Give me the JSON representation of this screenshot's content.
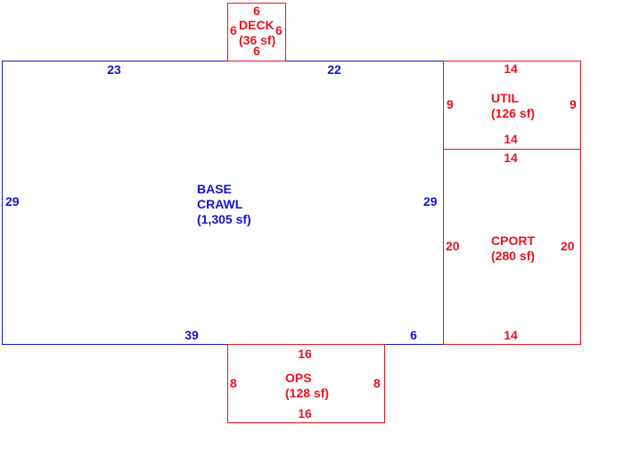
{
  "colors": {
    "base": "#1414c8",
    "addon": "#e8141c",
    "background": "#ffffff"
  },
  "rooms": {
    "base": {
      "name1": "BASE",
      "name2": "CRAWL",
      "area": "(1,305 sf)",
      "dims": {
        "top_left": "23",
        "top_right": "22",
        "left": "29",
        "right": "29",
        "bottom_left": "39",
        "bottom_right": "6"
      }
    },
    "deck": {
      "name": "DECK",
      "area": "(36 sf)",
      "dims": {
        "top": "6",
        "left": "6",
        "right": "6",
        "bottom": "6"
      }
    },
    "util": {
      "name": "UTIL",
      "area": "(126 sf)",
      "dims": {
        "top": "14",
        "left": "9",
        "right": "9",
        "bottom": "14"
      }
    },
    "cport": {
      "name": "CPORT",
      "area": "(280 sf)",
      "dims": {
        "top": "14",
        "left": "20",
        "right": "20",
        "bottom": "14"
      }
    },
    "ops": {
      "name": "OPS",
      "area": "(128 sf)",
      "dims": {
        "top": "16",
        "left": "8",
        "right": "8",
        "bottom": "16"
      }
    }
  }
}
